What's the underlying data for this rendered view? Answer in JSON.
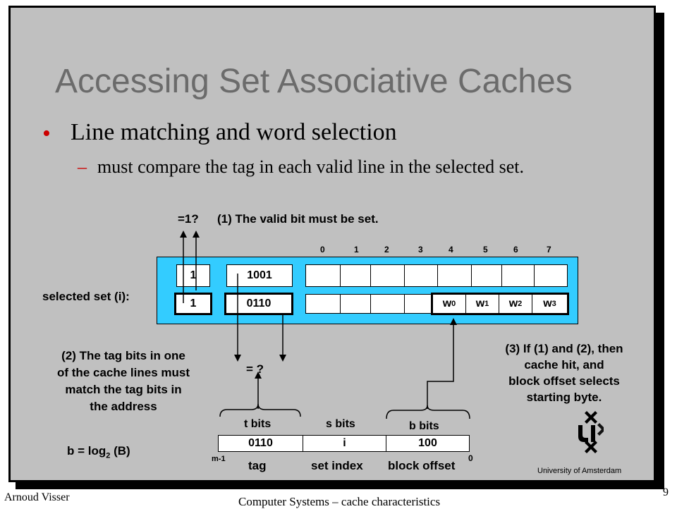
{
  "slide": {
    "title": "Accessing Set Associative Caches",
    "bullet": "Line matching and word selection",
    "bullet_dot": "•",
    "sub_dash": "–",
    "sub_bullet": "must compare the tag in each valid line in the selected set."
  },
  "diagram": {
    "eq1_label": "=1?",
    "note1": "(1) The valid bit must be set.",
    "byte_indices": [
      "0",
      "1",
      "2",
      "3",
      "4",
      "5",
      "6",
      "7"
    ],
    "line0": {
      "valid": "1",
      "tag": "1001"
    },
    "line1": {
      "valid": "1",
      "tag": "0110"
    },
    "words": [
      {
        "w": "w",
        "sub": "0"
      },
      {
        "w": "w",
        "sub": "1"
      },
      {
        "w": "w",
        "sub": "2"
      },
      {
        "w": "w",
        "sub": "3"
      }
    ],
    "selected_set_label": "selected set (i):",
    "note2_lines": [
      "(2) The tag bits in one",
      "of the cache lines must",
      "match the tag bits in",
      "the address"
    ],
    "eq_tag_label": "= ?",
    "note3_lines": [
      "(3) If (1) and (2), then",
      "cache hit, and",
      "block  offset selects",
      "starting byte."
    ],
    "address": {
      "t_bits": "t bits",
      "s_bits": "s bits",
      "b_bits": "b bits",
      "tag_value": "0110",
      "set_value": "i",
      "offset_value": "100",
      "m_minus_1": "m-1",
      "zero": "0",
      "tag_label": "tag",
      "set_label": "set index",
      "offset_label": "block offset"
    },
    "formula": {
      "prefix": "b = log",
      "sub": "2",
      "suffix": " (B)"
    }
  },
  "footer": {
    "author": "Arnoud Visser",
    "course": "Computer Systems – cache characteristics",
    "page": "9",
    "university": "University  of Amsterdam"
  }
}
